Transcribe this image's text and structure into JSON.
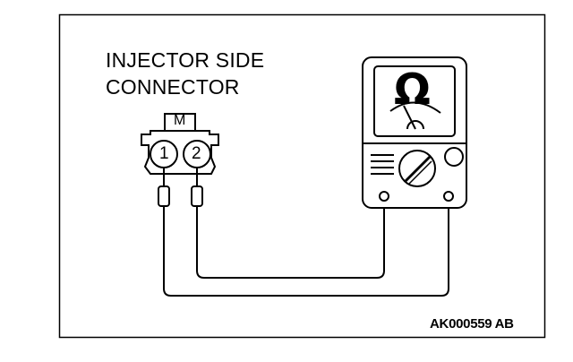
{
  "diagram": {
    "title_lines": [
      "INJECTOR SIDE",
      "CONNECTOR"
    ],
    "figure_code": "AK000559 AB",
    "connector": {
      "marker": "M",
      "pins": [
        "1",
        "2"
      ]
    },
    "meter": {
      "symbol": "Ω"
    }
  }
}
